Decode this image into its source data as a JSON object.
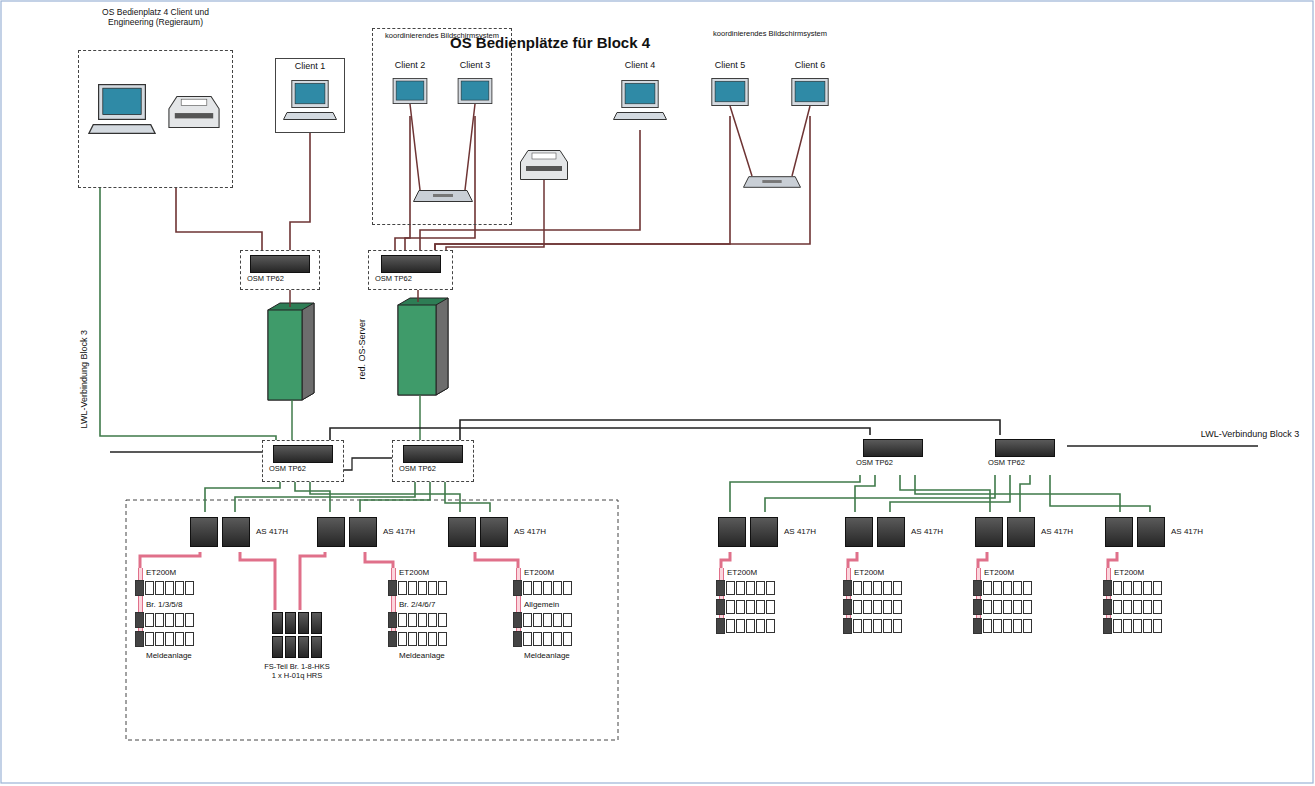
{
  "diagram": {
    "title": "OS Bedienplätze für Block 4",
    "nodes": [
      {
        "text": [
          "OS Bedienplatz 4 Client und Engineering (Regieraum)"
        ]
      },
      {
        "text": [
          "Client 1"
        ]
      },
      {
        "text": [
          "koordinierendes Bildschirmsystem"
        ]
      },
      {
        "text": [
          "Client 2"
        ],
        "in": 2
      },
      {
        "text": [
          "Client 3"
        ],
        "in": 2
      },
      {
        "text": [
          "Client 4"
        ]
      },
      {
        "text": [
          "Client 5"
        ]
      },
      {
        "text": [
          "Client 6"
        ]
      },
      {
        "text": [
          "OSM TP62"
        ]
      },
      {
        "text": [
          "OSM TP62"
        ]
      },
      {
        "text": [
          "OSM TP62"
        ]
      },
      {
        "text": [
          "OSM TP62"
        ]
      },
      {
        "text": [
          "OSM TP62"
        ]
      },
      {
        "text": [
          "OSM TP62"
        ]
      },
      {
        "text": [
          "AS 417H"
        ]
      },
      {
        "text": [
          "AS 417H"
        ]
      },
      {
        "text": [
          "AS 417H"
        ]
      },
      {
        "text": [
          "AS 417H"
        ]
      },
      {
        "text": [
          "AS 417H"
        ]
      },
      {
        "text": [
          "AS 417H"
        ]
      },
      {
        "text": [
          "AS 417H"
        ]
      },
      {
        "text": [
          "ET200M",
          "Br. 1/3/5/8",
          "Meldeanlage"
        ]
      },
      {
        "text": [
          "FS-Teil Br. 1-8-HKS 1 x H-01q HRS"
        ]
      },
      {
        "text": [
          "ET200M",
          "Br. 2/4/6/7",
          "Meldeanlage"
        ]
      },
      {
        "text": [
          "ET200M",
          "Allgemein",
          "Meldeanlage"
        ]
      },
      {
        "text": [
          "ET200M"
        ]
      },
      {
        "text": [
          "ET200M"
        ]
      },
      {
        "text": [
          "ET200M"
        ]
      },
      {
        "text": [
          "ET200M"
        ]
      }
    ],
    "edges": [
      {
        "from": 0,
        "to": 8,
        "arrow": "none"
      },
      {
        "from": 0,
        "to": 10,
        "arrow": "none"
      },
      {
        "from": 1,
        "to": 8,
        "arrow": "none"
      },
      {
        "from": 3,
        "to": 9,
        "arrow": "none"
      },
      {
        "from": 4,
        "to": 9,
        "arrow": "none"
      },
      {
        "from": 5,
        "to": 9,
        "arrow": "none"
      },
      {
        "from": 6,
        "to": 9,
        "arrow": "none"
      },
      {
        "from": 7,
        "to": 9,
        "arrow": "none"
      },
      {
        "from": 10,
        "to": 12,
        "arrow": "none"
      },
      {
        "from": 11,
        "to": 13,
        "arrow": "none"
      },
      {
        "from": 10,
        "to": 14,
        "arrow": "none"
      },
      {
        "from": 10,
        "to": 15,
        "arrow": "none"
      },
      {
        "from": 10,
        "to": 16,
        "arrow": "none"
      },
      {
        "from": 11,
        "to": 14,
        "arrow": "none"
      },
      {
        "from": 11,
        "to": 15,
        "arrow": "none"
      },
      {
        "from": 11,
        "to": 16,
        "arrow": "none"
      },
      {
        "from": 12,
        "to": 17,
        "arrow": "none"
      },
      {
        "from": 12,
        "to": 18,
        "arrow": "none"
      },
      {
        "from": 12,
        "to": 19,
        "arrow": "none"
      },
      {
        "from": 12,
        "to": 20,
        "arrow": "none"
      },
      {
        "from": 13,
        "to": 17,
        "arrow": "none"
      },
      {
        "from": 13,
        "to": 18,
        "arrow": "none"
      },
      {
        "from": 13,
        "to": 19,
        "arrow": "none"
      },
      {
        "from": 13,
        "to": 20,
        "arrow": "none"
      },
      {
        "from": 14,
        "to": 21,
        "arrow": "none"
      },
      {
        "from": 14,
        "to": 22,
        "arrow": "none"
      },
      {
        "from": 15,
        "to": 22,
        "arrow": "none"
      },
      {
        "from": 15,
        "to": 23,
        "arrow": "none"
      },
      {
        "from": 16,
        "to": 24,
        "arrow": "none"
      },
      {
        "from": 17,
        "to": 25,
        "arrow": "none"
      },
      {
        "from": 18,
        "to": 26,
        "arrow": "none"
      },
      {
        "from": 19,
        "to": 27,
        "arrow": "none"
      },
      {
        "from": 20,
        "to": 28,
        "arrow": "none"
      }
    ],
    "labels": [
      "koordinierendes Bildschirmsystem",
      "red. OS-Server",
      "LWL-Verbindung Block 3",
      "LWL-Verbindung Block 3"
    ]
  }
}
